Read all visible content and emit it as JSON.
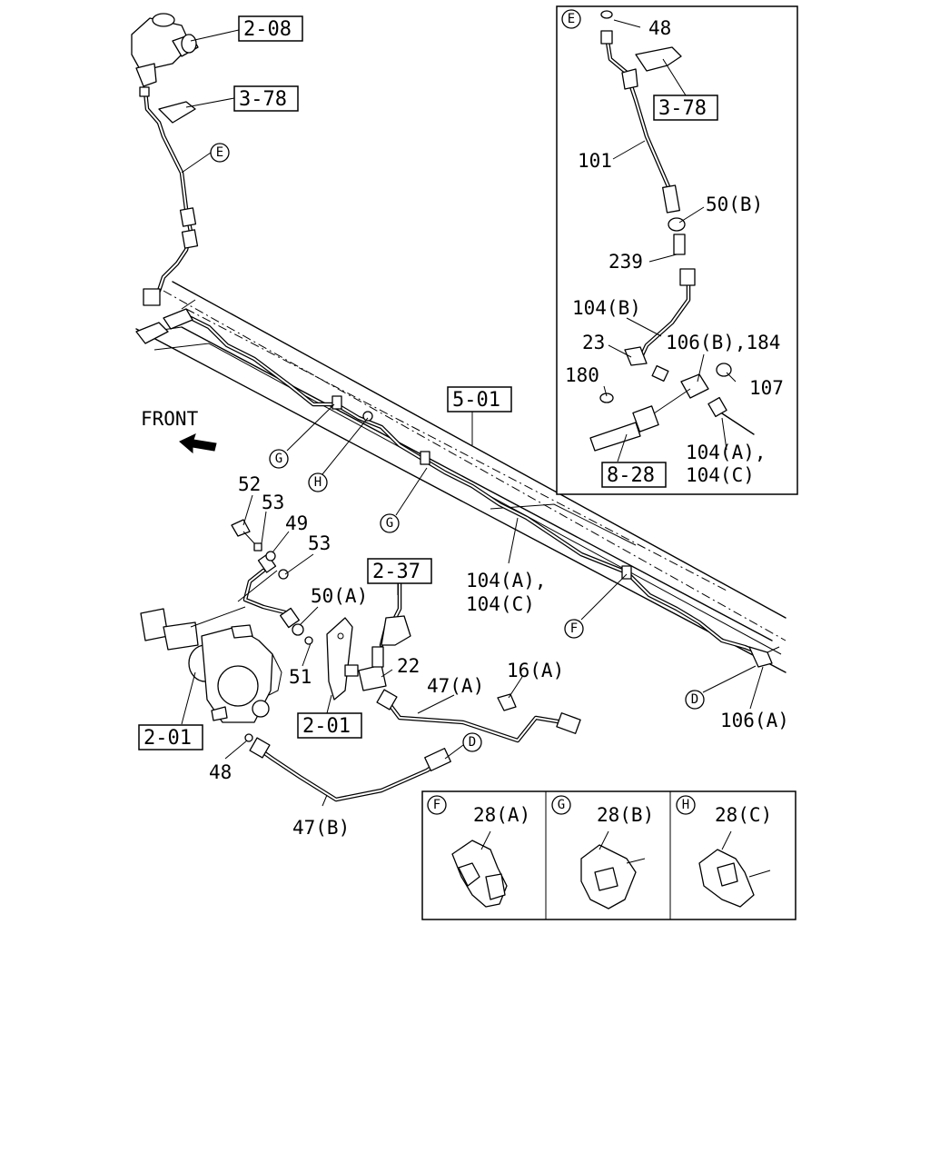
{
  "labels": {
    "front": "FRONT",
    "ref_2_08": "2-08",
    "ref_3_78_main": "3-78",
    "ref_5_01": "5-01",
    "ref_2_37": "2-37",
    "ref_2_01_left": "2-01",
    "ref_2_01_mid": "2-01",
    "ref_3_78_inset": "3-78",
    "ref_8_28": "8-28",
    "p52": "52",
    "p53a": "53",
    "p49": "49",
    "p53b": "53",
    "p50a": "50(A)",
    "p51": "51",
    "p22": "22",
    "p47a": "47(A)",
    "p16a": "16(A)",
    "p48_main": "48",
    "p47b": "47(B)",
    "p104ac_main_1": "104(A),",
    "p104ac_main_2": "104(C)",
    "p106a": "106(A)",
    "p48_inset": "48",
    "p101": "101",
    "p50b": "50(B)",
    "p239": "239",
    "p104b": "104(B)",
    "p23": "23",
    "p106b184": "106(B),184",
    "p180": "180",
    "p107": "107",
    "p104ac_inset_1": "104(A),",
    "p104ac_inset_2": "104(C)",
    "p28a": "28(A)",
    "p28b": "28(B)",
    "p28c": "28(C)"
  },
  "callouts": {
    "E_main": "E",
    "G1": "G",
    "H_main": "H",
    "G2": "G",
    "F_main": "F",
    "D1": "D",
    "D2": "D",
    "E_inset": "E",
    "F_detail": "F",
    "G_detail": "G",
    "H_detail": "H"
  },
  "colors": {
    "ink": "#000000",
    "paper": "#ffffff"
  }
}
